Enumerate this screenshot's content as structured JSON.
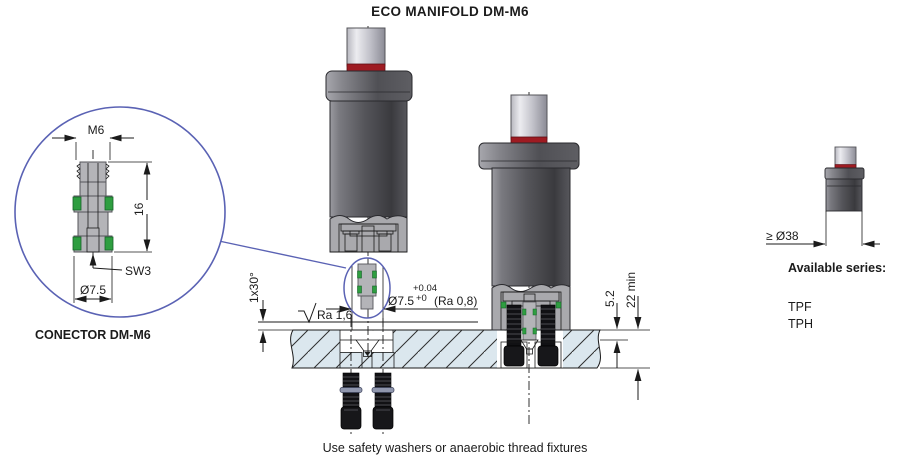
{
  "title": "ECO MANIFOLD DM-M6",
  "connector_detail": {
    "caption": "CONECTOR DM-M6",
    "thread_label": "M6",
    "length_label": "16",
    "hex_label": "SW3",
    "diameter_label": "Ø7.5"
  },
  "installation": {
    "chamfer_label": "1x30°",
    "surface_finish_top": "Ra 1,6",
    "bore_diameter": "Ø7.5",
    "bore_tol_upper": "+0.04",
    "bore_tol_lower": "+0",
    "bore_finish": "(Ra 0,8)",
    "seat_depth_label": "5.2",
    "min_thickness_label": "22 min"
  },
  "series_panel": {
    "min_diameter_label": "≥ Ø38",
    "heading": "Available series:",
    "items": [
      "TPF",
      "TPH"
    ]
  },
  "footer_note": "Use safety washers or anaerobic thread fixtures",
  "colors": {
    "accent_blue": "#5a62b4",
    "plate_fill": "#dbe7ee",
    "oring_green": "#2e9e40",
    "seal_red": "#9e1b22"
  }
}
